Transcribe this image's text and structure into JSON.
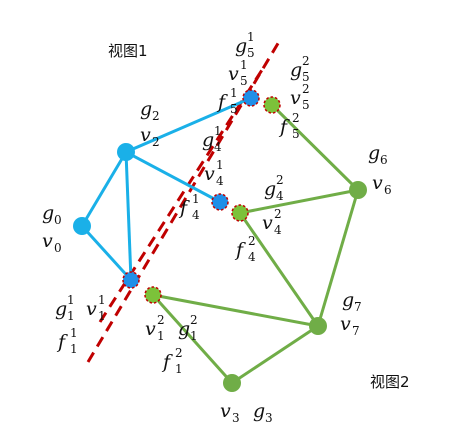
{
  "view_labels": {
    "view1": "视图1",
    "view2": "视图2"
  },
  "colors": {
    "view1": "#1ab0e8",
    "view2": "#70ad47",
    "seam_line": "#c00000",
    "split_blue": "#1f8fe8",
    "split_green": "#7cc23a",
    "split_border": "#c00000"
  },
  "labels": {
    "g2": {
      "main": "g",
      "sub": "2",
      "sup": ""
    },
    "v2": {
      "main": "v",
      "sub": "2",
      "sup": ""
    },
    "g0": {
      "main": "g",
      "sub": "0",
      "sup": ""
    },
    "v0": {
      "main": "v",
      "sub": "0",
      "sup": ""
    },
    "g5_1": {
      "main": "g",
      "sub": "5",
      "sup": "1"
    },
    "v5_1": {
      "main": "v",
      "sub": "5",
      "sup": "1"
    },
    "f5_1": {
      "main": "f",
      "sub": "5",
      "sup": "1"
    },
    "g5_2": {
      "main": "g",
      "sub": "5",
      "sup": "2"
    },
    "v5_2": {
      "main": "v",
      "sub": "5",
      "sup": "2"
    },
    "f5_2": {
      "main": "f",
      "sub": "5",
      "sup": "2"
    },
    "g4_1": {
      "main": "g",
      "sub": "4",
      "sup": "1"
    },
    "v4_1": {
      "main": "v",
      "sub": "4",
      "sup": "1"
    },
    "f4_1": {
      "main": "f",
      "sub": "4",
      "sup": "1"
    },
    "g4_2": {
      "main": "g",
      "sub": "4",
      "sup": "2"
    },
    "v4_2": {
      "main": "v",
      "sub": "4",
      "sup": "2"
    },
    "f4_2": {
      "main": "f",
      "sub": "4",
      "sup": "2"
    },
    "g6": {
      "main": "g",
      "sub": "6",
      "sup": ""
    },
    "v6": {
      "main": "v",
      "sub": "6",
      "sup": ""
    },
    "g7": {
      "main": "g",
      "sub": "7",
      "sup": ""
    },
    "v7": {
      "main": "v",
      "sub": "7",
      "sup": ""
    },
    "g1_1": {
      "main": "g",
      "sub": "1",
      "sup": "1"
    },
    "v1_1": {
      "main": "v",
      "sub": "1",
      "sup": "1"
    },
    "f1_1": {
      "main": "f",
      "sub": "1",
      "sup": "1"
    },
    "v1_2": {
      "main": "v",
      "sub": "1",
      "sup": "2"
    },
    "g1_2": {
      "main": "g",
      "sub": "1",
      "sup": "2"
    },
    "f1_2": {
      "main": "f",
      "sub": "1",
      "sup": "2"
    },
    "v3": {
      "main": "v",
      "sub": "3",
      "sup": ""
    },
    "g3": {
      "main": "g",
      "sub": "3",
      "sup": ""
    }
  }
}
